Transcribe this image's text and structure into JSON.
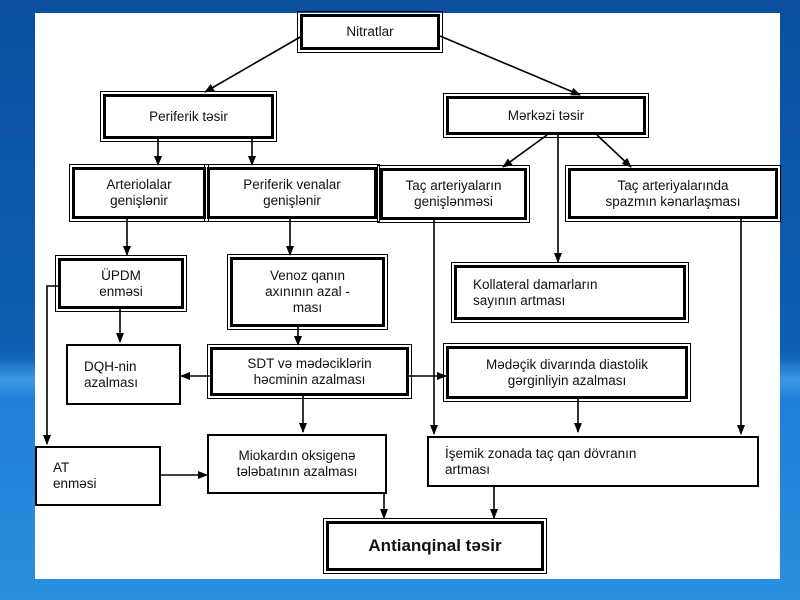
{
  "diagram": {
    "nodes": {
      "nitratlar": "Nitratlar",
      "periferik_tesir": "Periferik təsir",
      "merkezi_tesir": "Mərkəzi təsir",
      "arteriolalar": "Arteriolalar\ngenişlənir",
      "periferik_venalar": "Periferik venalar\ngenişlənir",
      "tac_arteriyalarin": "Taç arteriyaların\ngenişlənməsi",
      "tac_spazm": "Taç arteriyalarında\nspazmın kənarlaşması",
      "updm": "ÜPDM\nenməsi",
      "venoz": "Venoz qanın\naxınının  azal -\nması",
      "kollateral": "Kollateral damarların\nsayının artması",
      "dqh": "DQH-nin\nazalması",
      "sdt": "SDT və mədəciklərin\nhəcminin azalması",
      "medecik": "Mədəçik divarında diastolik\ngərginliyin  azalması",
      "at": "AT\nenməsi",
      "miokard": "Miokardın oksigenə\ntələbatının azalması",
      "ishemik": "İşemik zonada taç qan dövranın\nartması",
      "antianqinal": "Antianqinal təsir"
    }
  }
}
